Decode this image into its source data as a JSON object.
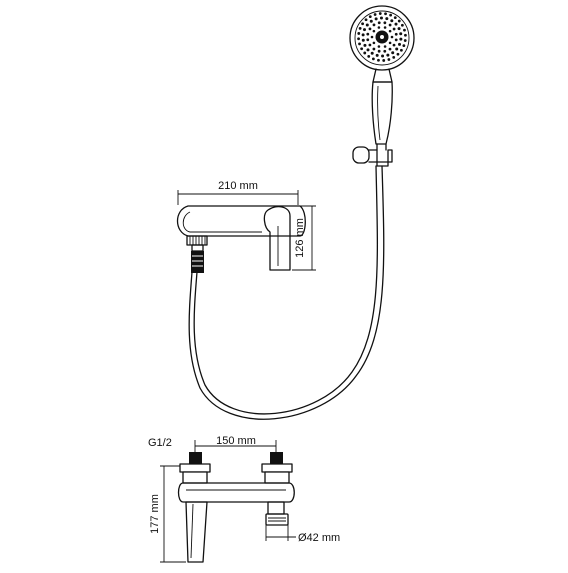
{
  "dimensions": {
    "spout_width": "210 mm",
    "spout_height": "126 mm",
    "connection_thread": "G1/2",
    "center_distance": "150 mm",
    "body_height": "177 mm",
    "outlet_diameter": "Ø42 mm"
  }
}
